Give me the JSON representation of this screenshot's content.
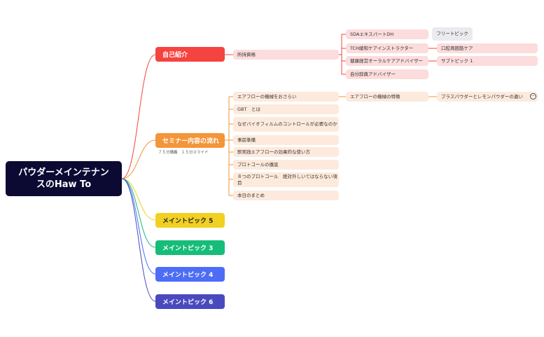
{
  "root": {
    "title_line1": "パウダーメインテナン",
    "title_line2": "スのHaw To"
  },
  "main_topics": [
    {
      "label": "自己紹介",
      "color": "#f5433f"
    },
    {
      "label": "セミナー内容の流れ",
      "color": "#f39539",
      "note": "７５分講義　１５分スライド"
    },
    {
      "label": "メイントピック 5",
      "color": "#f2d021"
    },
    {
      "label": "メイントピック 3",
      "color": "#16bd79"
    },
    {
      "label": "メイントピック 4",
      "color": "#4d6df7"
    },
    {
      "label": "メイントピック 6",
      "color": "#4a4abf"
    }
  ],
  "intro": {
    "qualification": "所持資格",
    "items": [
      "SDAエキスパートDH",
      "TCH緩和ケアインストラクター",
      "健康経営オーラルケアアドバイザー",
      "自分辞典アドバイザー"
    ],
    "float_topic": "フリートピック",
    "tch_child": "口腔周囲筋ケア",
    "health_child": "サブトピック 1"
  },
  "seminar": {
    "items": [
      "エアフローの機械をおさらい",
      "GBT　とは",
      "なぜバイオフィルムのコントロールが必要なのか",
      "事前準備",
      "即実践エアフローの効果的な使い方",
      "プロトコールの徹底",
      "８つのプロトコール　絶対外しいてはならない項目",
      "本日のまとめ"
    ],
    "airflow_child": "エアフローの機械の特徴",
    "airflow_grandchild": "プラスパウダーとレモンパウダーの違い",
    "collapse_symbol": "−"
  }
}
